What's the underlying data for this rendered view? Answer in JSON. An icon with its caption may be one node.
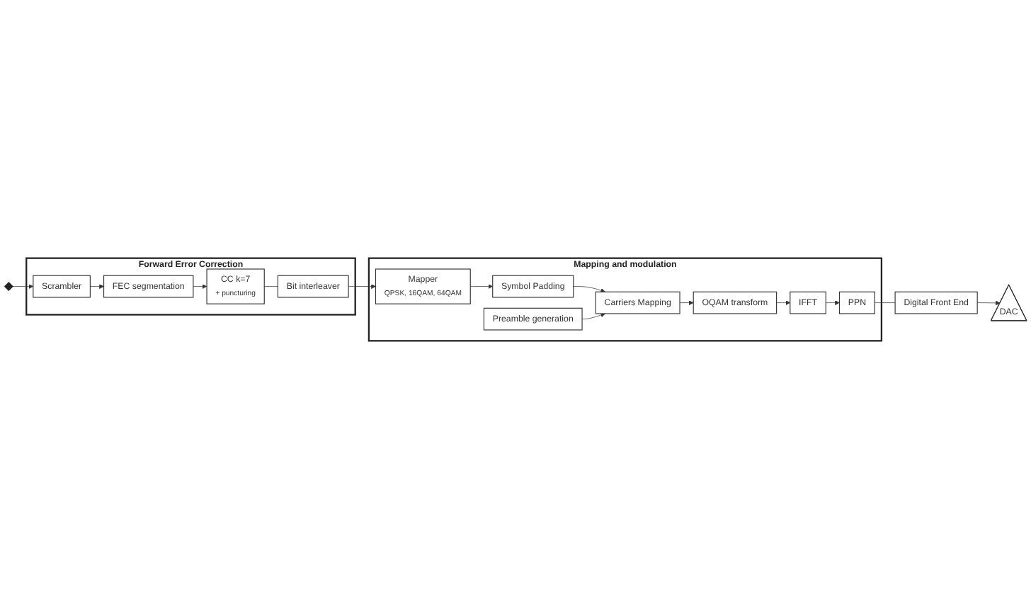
{
  "diagram": {
    "nodes": [
      {
        "text": [],
        "shape": "diamond"
      },
      {
        "text": [
          "Forward Error Correction"
        ]
      },
      {
        "text": [
          "Scrambler"
        ],
        "in": 1
      },
      {
        "text": [
          "FEC segmentation"
        ],
        "in": 1
      },
      {
        "text": [
          "CC k=7",
          "+ puncturing"
        ],
        "in": 1
      },
      {
        "text": [
          "Bit interleaver"
        ],
        "in": 1
      },
      {
        "text": [
          "Mapping and modulation"
        ]
      },
      {
        "text": [
          "Mapper",
          "QPSK, 16QAM, 64QAM"
        ],
        "in": 6
      },
      {
        "text": [
          "Symbol Padding"
        ],
        "in": 6
      },
      {
        "text": [
          "Preamble generation"
        ],
        "in": 6
      },
      {
        "text": [
          "Carriers Mapping"
        ],
        "in": 6
      },
      {
        "text": [
          "OQAM transform"
        ],
        "in": 6
      },
      {
        "text": [
          "IFFT"
        ],
        "in": 6
      },
      {
        "text": [
          "PPN"
        ],
        "in": 6
      },
      {
        "text": [
          "Digital Front End"
        ]
      },
      {
        "text": [
          "DAC"
        ]
      }
    ],
    "edges": [
      {
        "from": 0,
        "to": 2,
        "arrow": "to"
      },
      {
        "from": 2,
        "to": 3,
        "arrow": "to"
      },
      {
        "from": 3,
        "to": 4,
        "arrow": "to"
      },
      {
        "from": 4,
        "to": 5,
        "arrow": "none"
      },
      {
        "from": 5,
        "to": 7,
        "arrow": "to"
      },
      {
        "from": 7,
        "to": 8,
        "arrow": "to"
      },
      {
        "from": 8,
        "to": 10,
        "arrow": "to"
      },
      {
        "from": 9,
        "to": 10,
        "arrow": "to"
      },
      {
        "from": 10,
        "to": 11,
        "arrow": "to"
      },
      {
        "from": 11,
        "to": 12,
        "arrow": "to"
      },
      {
        "from": 12,
        "to": 13,
        "arrow": "to"
      },
      {
        "from": 13,
        "to": 14,
        "arrow": "none"
      },
      {
        "from": 14,
        "to": 15,
        "arrow": "to"
      }
    ]
  }
}
